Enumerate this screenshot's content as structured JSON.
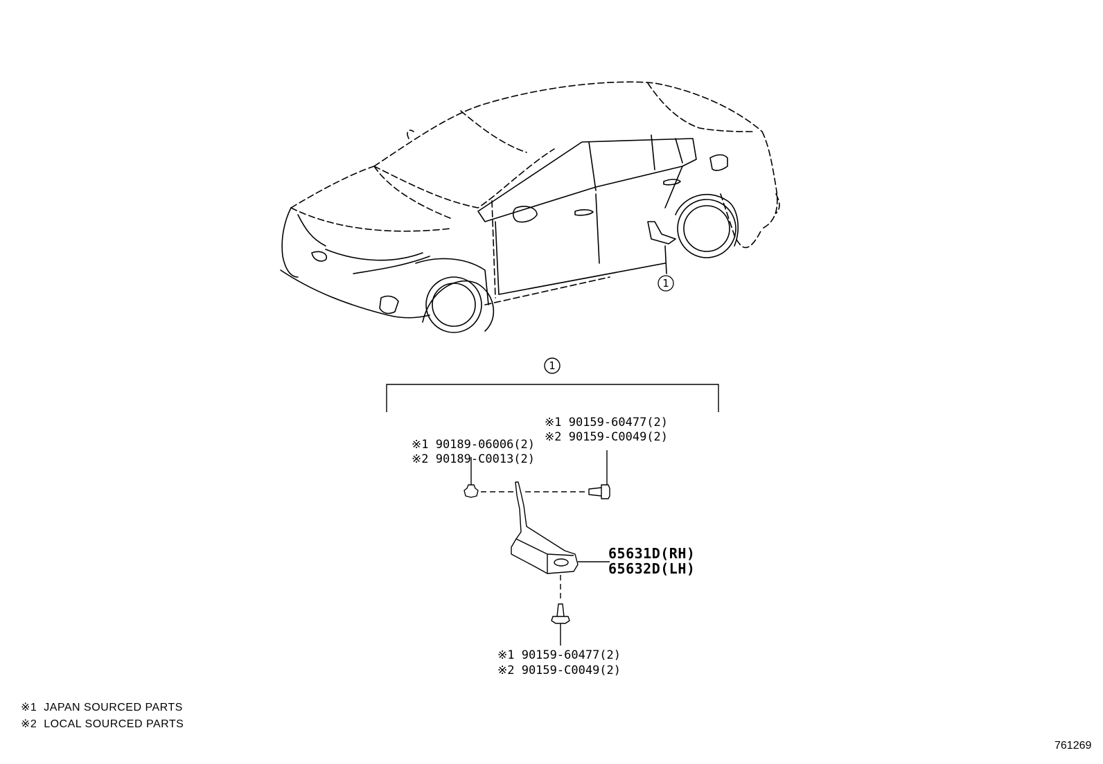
{
  "callout_marker": "1",
  "labels": {
    "nut": [
      "※1 90189-06006(2)",
      "※2 90189-C0013(2)"
    ],
    "bolt_upper": [
      "※1 90159-60477(2)",
      "※2 90159-C0049(2)"
    ],
    "bolt_lower": [
      "※1 90159-60477(2)",
      "※2 90159-C0049(2)"
    ],
    "part_rh": "65631D(RH)",
    "part_lh": "65632D(LH)"
  },
  "footnotes": [
    "※1  JAPAN SOURCED PARTS",
    "※2  LOCAL SOURCED PARTS"
  ],
  "diagram_number": "761269"
}
